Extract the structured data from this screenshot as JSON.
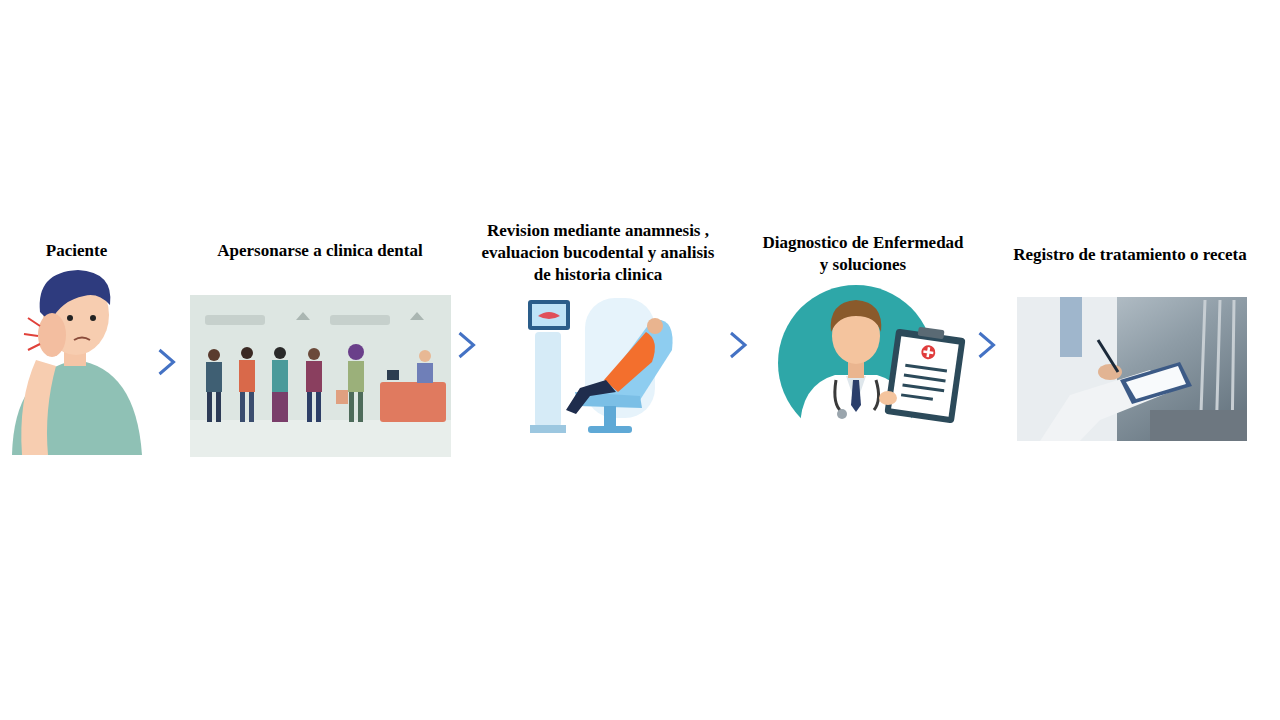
{
  "diagram": {
    "nodes": [
      {
        "text": [
          "Paciente"
        ]
      },
      {
        "text": [
          "Apersonarse a clinica dental"
        ]
      },
      {
        "text": [
          "Revision mediante anamnesis , evaluacion bucodental y analisis de historia clinica"
        ]
      },
      {
        "text": [
          "Diagnostico de Enfermedad y soluciones"
        ]
      },
      {
        "text": [
          "Registro de tratamiento o receta"
        ]
      }
    ],
    "edges": [
      {
        "from": 0,
        "to": 1,
        "arrow": "to"
      },
      {
        "from": 1,
        "to": 2,
        "arrow": "to"
      },
      {
        "from": 2,
        "to": 3,
        "arrow": "to"
      },
      {
        "from": 3,
        "to": 4,
        "arrow": "to"
      }
    ]
  }
}
